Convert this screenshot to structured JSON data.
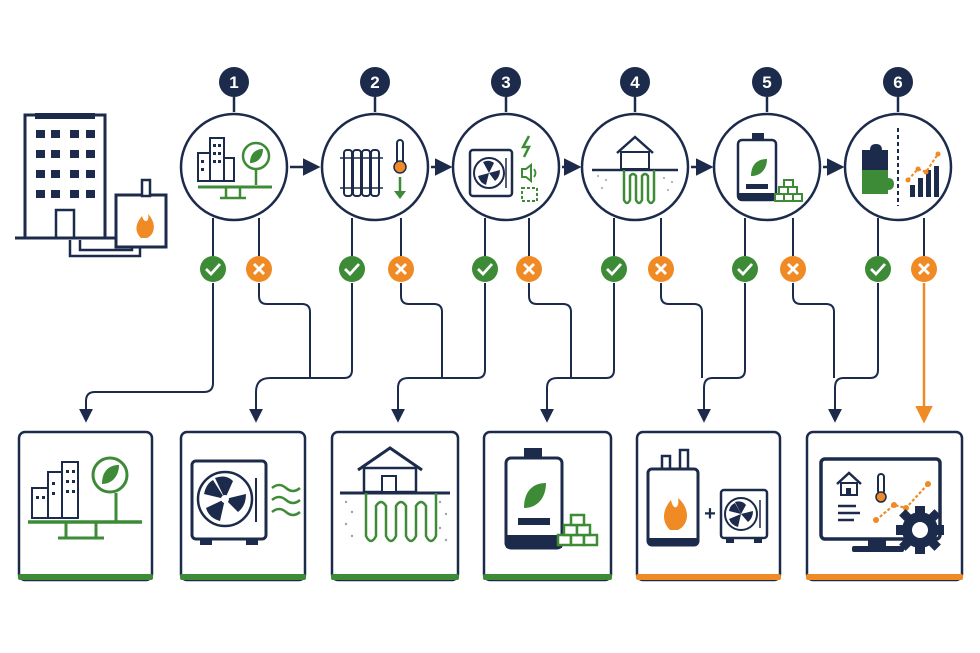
{
  "colors": {
    "navy": "#1c2b4b",
    "green": "#3d8b37",
    "orange": "#f08a24",
    "light_green": "#7cc36a",
    "white": "#ffffff"
  },
  "steps": [
    {
      "number": "1",
      "icon": "district-heating-network-icon"
    },
    {
      "number": "2",
      "icon": "radiator-temperature-icon"
    },
    {
      "number": "3",
      "icon": "air-source-heat-pump-icon"
    },
    {
      "number": "4",
      "icon": "ground-source-heat-pump-icon"
    },
    {
      "number": "5",
      "icon": "biomass-boiler-icon"
    },
    {
      "number": "6",
      "icon": "hybrid-puzzle-chart-icon"
    }
  ],
  "outcomes": [
    {
      "icon": "district-heating-network-icon",
      "accent": "green"
    },
    {
      "icon": "air-source-heat-pump-icon",
      "accent": "green"
    },
    {
      "icon": "ground-source-heat-pump-icon",
      "accent": "green"
    },
    {
      "icon": "biomass-boiler-icon",
      "accent": "green"
    },
    {
      "icon": "hybrid-gas-boiler-plus-heat-pump-icon",
      "accent": "orange"
    },
    {
      "icon": "smart-building-monitoring-icon",
      "accent": "orange"
    }
  ],
  "start": {
    "icon": "apartment-building-with-gas-boiler-icon"
  },
  "hybrid_plus_sign": "+"
}
